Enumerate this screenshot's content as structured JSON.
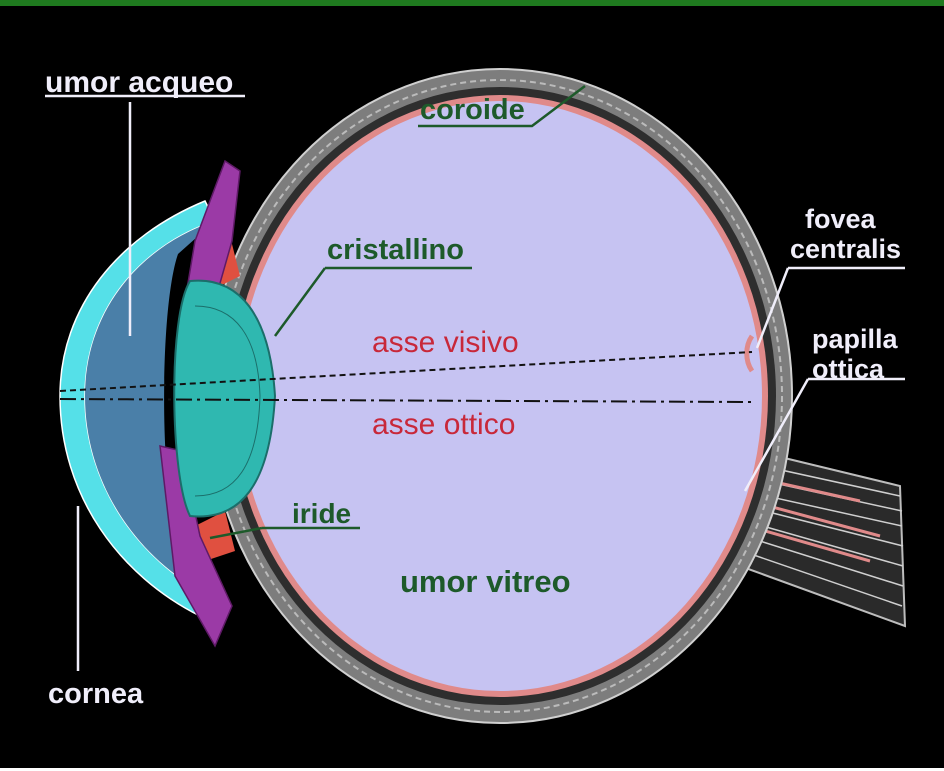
{
  "title": "",
  "labels": {
    "umor_acqueo": "umor acqueo",
    "coroide": "coroide",
    "cristallino": "cristallino",
    "fovea_line1": "fovea",
    "fovea_line2": "centralis",
    "papilla_line1": "papilla",
    "papilla_line2": "ottica",
    "asse_visivo": "asse visivo",
    "asse_ottico": "asse ottico",
    "iride": "iride",
    "umor_vitreo": "umor vitreo",
    "cornea": "cornea"
  },
  "colors": {
    "background": "#000000",
    "top_border": "#1f7a1f",
    "vitreous": "#c6c3f2",
    "choroid": "#e08a8a",
    "sclera": "#8a8a8a",
    "cornea": "#55e0e8",
    "aqueous": "#4a7fa8",
    "lens": "#2fb8b0",
    "iris": "#9b3aa6",
    "ciliary": "#e05040",
    "label_white": "#f0eefa",
    "label_green": "#1d5a2a",
    "label_red": "#c8283a"
  }
}
